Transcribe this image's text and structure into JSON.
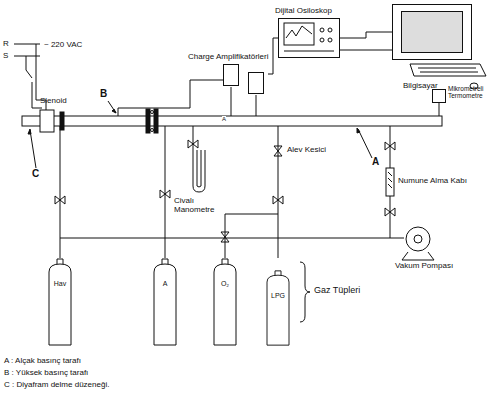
{
  "diagram": {
    "nodes": [
      {
        "text": [
          "Dijital Osiloskop"
        ]
      },
      {
        "text": [
          "Charge Amplifikatörleri"
        ]
      },
      {
        "text": [
          "Bilgisayar"
        ]
      },
      {
        "text": [
          "Mikrometreli Termometre"
        ]
      },
      {
        "text": [
          "Vakum Pompası"
        ]
      },
      {
        "text": [
          "Hav"
        ]
      },
      {
        "text": [
          "A"
        ]
      },
      {
        "text": [
          "O₂"
        ]
      },
      {
        "text": [
          "LPG"
        ]
      }
    ],
    "edges": [
      {
        "from": 1,
        "to": 0,
        "arrow": "none"
      },
      {
        "from": 0,
        "to": 2,
        "arrow": "none"
      }
    ],
    "labels": [
      "R",
      "S",
      "~ 220 VAC",
      "Slenoid",
      "B",
      "C",
      "A",
      "A",
      "Alev Kesici",
      "Civalı Manometre",
      "Numune Alma Kabı",
      "Gaz Tüpleri"
    ],
    "legend": [
      {
        "text": "A : Alçak basınç tarafı"
      },
      {
        "text": "B : Yüksek basınç tarafı"
      },
      {
        "text": "C : Diyafram delme düzeneği."
      }
    ]
  }
}
